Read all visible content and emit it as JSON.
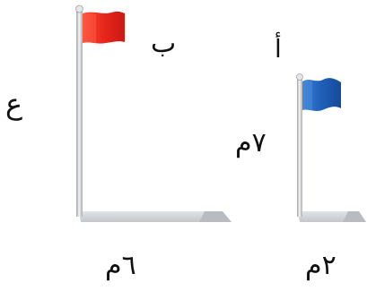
{
  "labels": {
    "tall_pole_height": "ع",
    "tall_pole_top": "ب",
    "short_pole_top": "أ",
    "short_pole_height": "٧م",
    "tall_pole_shadow": "٦م",
    "short_pole_shadow": "٢م"
  },
  "colors": {
    "tall_flag": "#e8261c",
    "short_flag": "#1f5fb8",
    "pole": "#c9ccd0",
    "shadow": "#d4d6d9",
    "text": "#111111"
  },
  "icons": {
    "tall_flag": "red-flag-icon",
    "short_flag": "blue-flag-icon"
  }
}
